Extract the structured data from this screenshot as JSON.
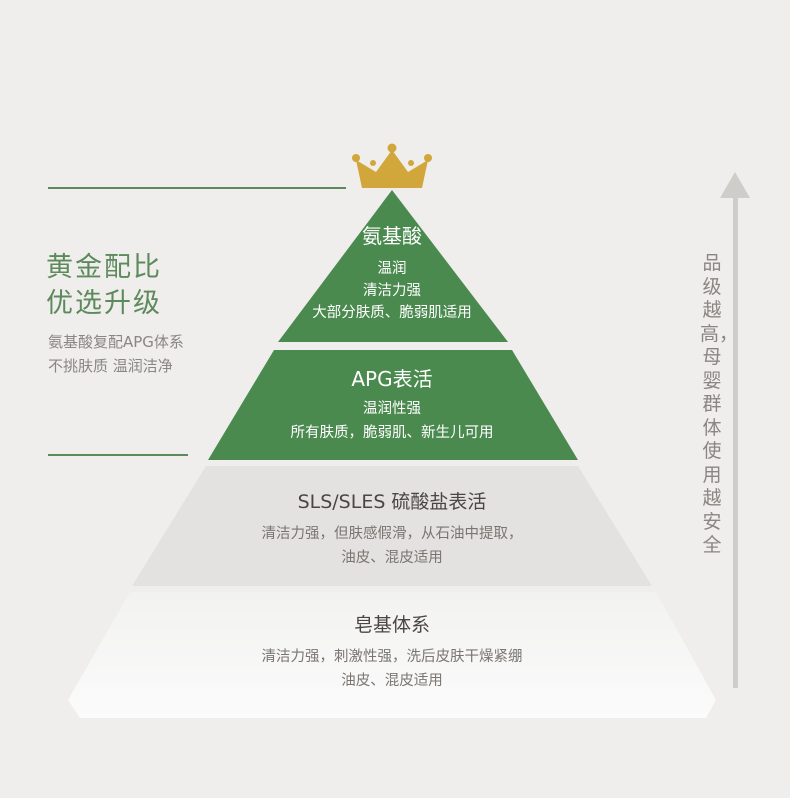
{
  "colors": {
    "green": "#4b8a4f",
    "gray_tier": "#e2e1df",
    "light_tier": "#f7f7f6",
    "gold": "#d1a63a",
    "left_heading": "#5d8a5c"
  },
  "left_panel": {
    "heading_line1": "黄金配比",
    "heading_line2": "优选升级",
    "sub_line1": "氨基酸复配APG体系",
    "sub_line2": "不挑肤质 温润洁净"
  },
  "side_arrow": {
    "text": "品级越高，母婴群体使用越安全"
  },
  "tiers": [
    {
      "title": "氨基酸",
      "lines": [
        "温润",
        "清洁力强",
        "大部分肤质、脆弱肌适用"
      ]
    },
    {
      "title": "APG表活",
      "lines": [
        "温润性强",
        "所有肤质，脆弱肌、新生儿可用"
      ]
    },
    {
      "title": "SLS/SLES 硫酸盐表活",
      "lines": [
        "清洁力强，但肤感假滑，从石油中提取，",
        "油皮、混皮适用"
      ]
    },
    {
      "title": "皂基体系",
      "lines": [
        "清洁力强，刺激性强，洗后皮肤干燥紧绷",
        "油皮、混皮适用"
      ]
    }
  ]
}
